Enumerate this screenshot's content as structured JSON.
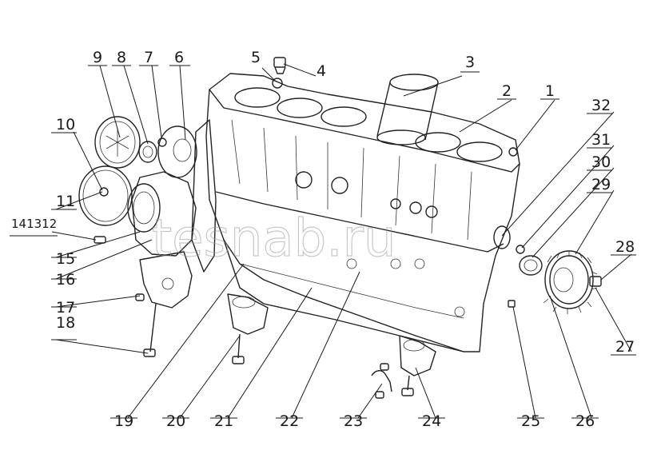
{
  "watermark": "tesnab.ru",
  "callouts": [
    {
      "id": "c1",
      "text": "1"
    },
    {
      "id": "c2",
      "text": "2"
    },
    {
      "id": "c3",
      "text": "3"
    },
    {
      "id": "c4",
      "text": "4"
    },
    {
      "id": "c5",
      "text": "5"
    },
    {
      "id": "c6",
      "text": "6"
    },
    {
      "id": "c7",
      "text": "7"
    },
    {
      "id": "c8",
      "text": "8"
    },
    {
      "id": "c9",
      "text": "9"
    },
    {
      "id": "c10",
      "text": "10"
    },
    {
      "id": "c11",
      "text": "11"
    },
    {
      "id": "c121314",
      "text": "141312"
    },
    {
      "id": "c15",
      "text": "15"
    },
    {
      "id": "c16",
      "text": "16"
    },
    {
      "id": "c17",
      "text": "17"
    },
    {
      "id": "c18",
      "text": "18"
    },
    {
      "id": "c19",
      "text": "19"
    },
    {
      "id": "c20",
      "text": "20"
    },
    {
      "id": "c21",
      "text": "21"
    },
    {
      "id": "c22",
      "text": "22"
    },
    {
      "id": "c23",
      "text": "23"
    },
    {
      "id": "c24",
      "text": "24"
    },
    {
      "id": "c25",
      "text": "25"
    },
    {
      "id": "c26",
      "text": "26"
    },
    {
      "id": "c27",
      "text": "27"
    },
    {
      "id": "c28",
      "text": "28"
    },
    {
      "id": "c29",
      "text": "29"
    },
    {
      "id": "c30",
      "text": "30"
    },
    {
      "id": "c31",
      "text": "31"
    },
    {
      "id": "c32",
      "text": "32"
    }
  ]
}
